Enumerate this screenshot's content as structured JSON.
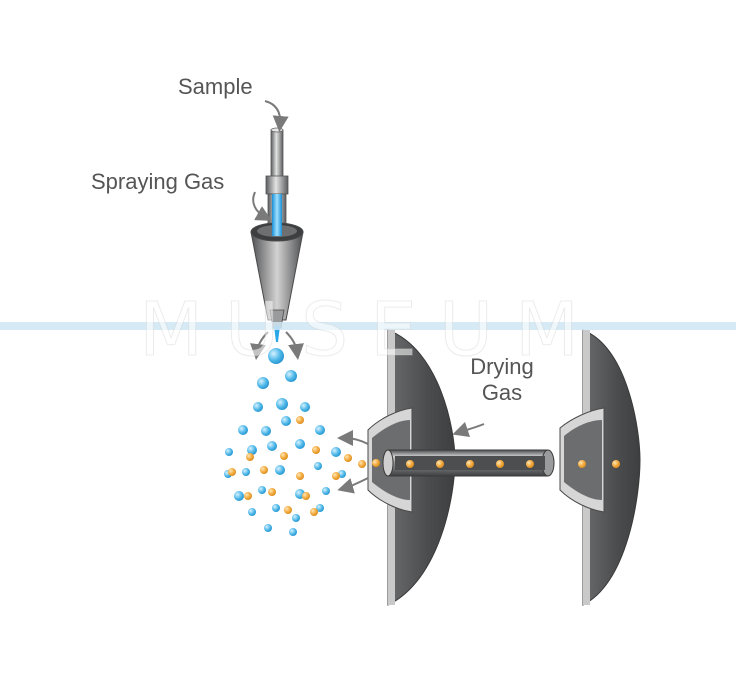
{
  "labels": {
    "sample": "Sample",
    "spraying_gas": "Spraying Gas",
    "drying_gas_line1": "Drying",
    "drying_gas_line2": "Gas"
  },
  "watermark": {
    "text": "MUSEUM"
  },
  "colors": {
    "metal_dark": "#5f6062",
    "metal_light": "#d9d9d9",
    "droplet_blue": "#4fb8e8",
    "ion_orange": "#f2a93b",
    "arrow_gray": "#7a7a7a",
    "spray_core": "#2aa7e6"
  }
}
